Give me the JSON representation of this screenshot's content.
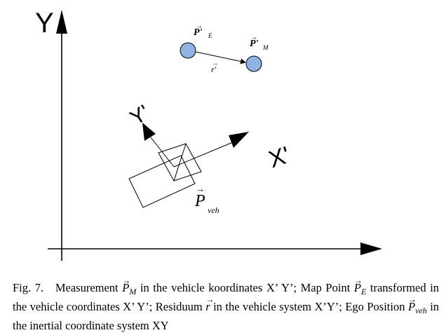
{
  "figure": {
    "axis_y_label": "Y",
    "axis_x_label": "",
    "vehicle_axis_y_label": "Y'",
    "vehicle_axis_x_label": "X'",
    "point_e_label": "P'",
    "point_e_sub": "E",
    "point_m_label": "P'",
    "point_m_sub": "M",
    "residual_label": "r'",
    "veh_label": "P",
    "veh_sub": "veh",
    "colors": {
      "point_fill": "#8fb4e3",
      "stroke": "#000000"
    }
  },
  "caption": {
    "fig_label": "Fig. 7.",
    "t1": "Measurement",
    "pm": "P",
    "pm_sub": "M",
    "t2": "in the vehicle koordinates X’ Y’; Map Point",
    "pe": "P",
    "pe_sub": "E",
    "t3": "transformed in the vehicle coordinates X’ Y’; Residuum",
    "r": "r",
    "t4": "in the vehicle system X’Y’; Ego Position",
    "pveh": "P",
    "pveh_sub": "veh",
    "t5": "in the inertial coordinate system XY"
  }
}
